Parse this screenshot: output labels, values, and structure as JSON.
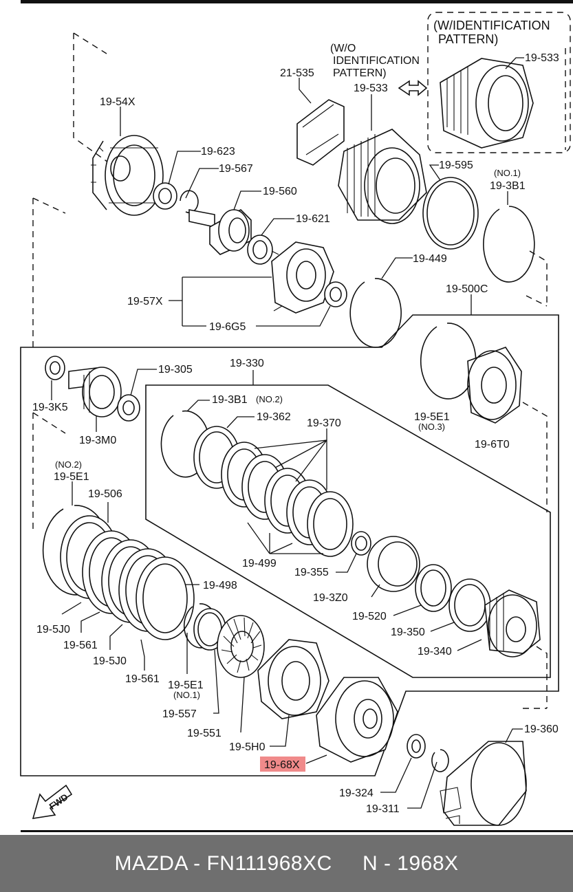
{
  "labels": {
    "p19_54X": "19-54X",
    "p19_623": "19-623",
    "p19_567": "19-567",
    "p19_560": "19-560",
    "p19_621": "19-621",
    "p19_57X": "19-57X",
    "p19_6G5": "19-6G5",
    "p21_535": "21-535",
    "wo_line1": "(W/O",
    "wo_line2": "IDENTIFICATION",
    "wo_line3": "PATTERN)",
    "p19_533_a": "19-533",
    "w_line1": "(W/IDENTIFICATION",
    "w_line2": "PATTERN)",
    "p19_533_b": "19-533",
    "p19_595": "19-595",
    "no1_a": "(NO.1)",
    "p19_3B1_a": "19-3B1",
    "p19_449": "19-449",
    "p19_500C": "19-500C",
    "p19_3K5": "19-3K5",
    "p19_305": "19-305",
    "p19_3M0": "19-3M0",
    "p19_330": "19-330",
    "p19_3B1_b": "19-3B1",
    "no2_a": "(NO.2)",
    "p19_362": "19-362",
    "p19_370": "19-370",
    "p19_5E1_a": "19-5E1",
    "no3": "(NO.3)",
    "p19_6T0": "19-6T0",
    "no2_b": "(NO.2)",
    "p19_5E1_b": "19-5E1",
    "p19_506": "19-506",
    "p19_499": "19-499",
    "p19_355": "19-355",
    "p19_3Z0": "19-3Z0",
    "p19_520": "19-520",
    "p19_350": "19-350",
    "p19_340": "19-340",
    "p19_498": "19-498",
    "p19_5J0_a": "19-5J0",
    "p19_561_a": "19-561",
    "p19_5J0_b": "19-5J0",
    "p19_561_b": "19-561",
    "p19_5E1_c": "19-5E1",
    "no1_b": "(NO.1)",
    "p19_557": "19-557",
    "p19_551": "19-551",
    "p19_5H0": "19-5H0",
    "p19_68X": "19-68X",
    "p19_360": "19-360",
    "p19_324": "19-324",
    "p19_311": "19-311",
    "fwd": "FWD"
  },
  "highlight_color": "#f08a8a",
  "footer": {
    "text": "MAZDA - FN111968XC     N - 1968X",
    "background": "#6f6f6f",
    "color": "#ffffff"
  }
}
